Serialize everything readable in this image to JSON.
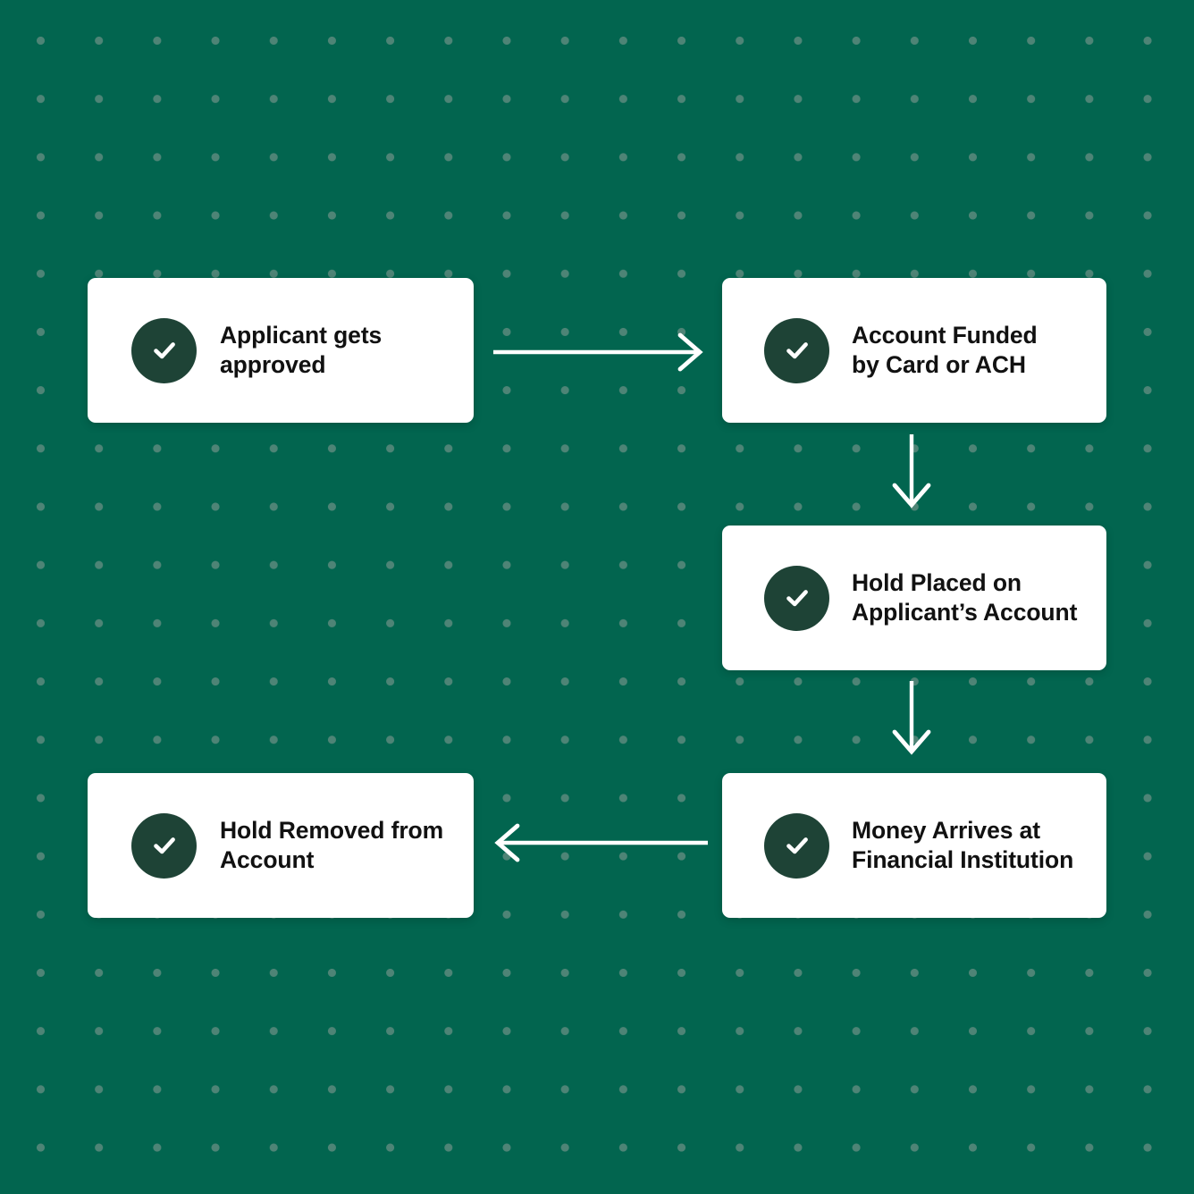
{
  "theme": {
    "background_color": "#02654F",
    "dot_color": "#4E8476",
    "card_background": "#FFFFFF",
    "icon_circle_color": "#1E4336",
    "icon_check_color": "#FFFFFF",
    "text_color": "#111111",
    "arrow_color": "#FFFFFF"
  },
  "diagram": {
    "type": "flowchart",
    "nodes": [
      {
        "id": "approved",
        "label": "Applicant gets\napproved",
        "icon": "check-circle-icon",
        "row": 1,
        "column": 1
      },
      {
        "id": "funded",
        "label": "Account Funded\nby Card or ACH",
        "icon": "check-circle-icon",
        "row": 1,
        "column": 2
      },
      {
        "id": "hold-placed",
        "label": "Hold Placed on\nApplicant’s Account",
        "icon": "check-circle-icon",
        "row": 2,
        "column": 2
      },
      {
        "id": "money-arrives",
        "label": "Money Arrives at\nFinancial Institution",
        "icon": "check-circle-icon",
        "row": 3,
        "column": 2
      },
      {
        "id": "hold-removed",
        "label": "Hold Removed from\nAccount",
        "icon": "check-circle-icon",
        "row": 3,
        "column": 1
      }
    ],
    "edges": [
      {
        "from": "approved",
        "to": "funded",
        "direction": "right"
      },
      {
        "from": "funded",
        "to": "hold-placed",
        "direction": "down"
      },
      {
        "from": "hold-placed",
        "to": "money-arrives",
        "direction": "down"
      },
      {
        "from": "money-arrives",
        "to": "hold-removed",
        "direction": "left"
      }
    ]
  }
}
